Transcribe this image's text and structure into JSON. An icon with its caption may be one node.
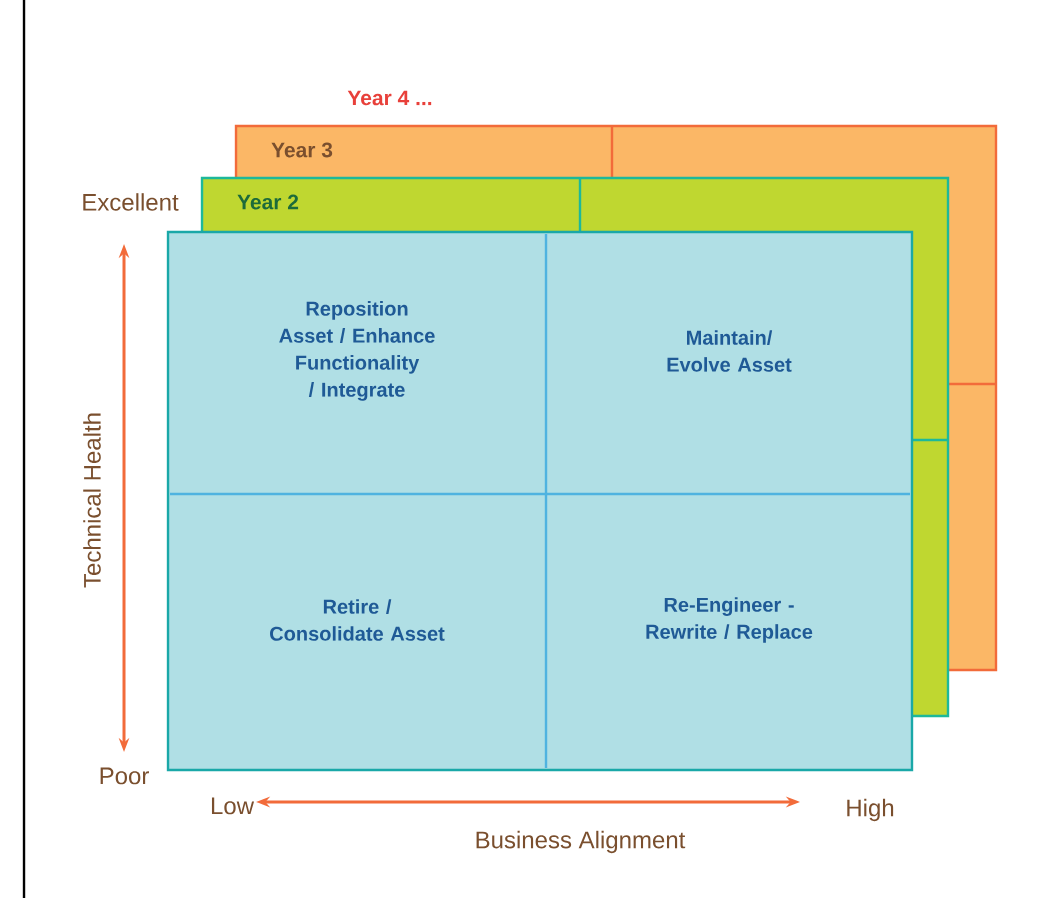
{
  "diagram": {
    "nodes": [
      {
        "text": [
          "Year 3"
        ]
      },
      {
        "text": [
          "Year 2"
        ]
      },
      {
        "text": [],
        "shape": "box"
      },
      {
        "text": [
          "Reposition Asset / Enhance Functionality / Integrate"
        ]
      },
      {
        "text": [
          "Maintain/ Evolve Asset"
        ]
      },
      {
        "text": [
          "Retire / Consolidate Asset"
        ]
      },
      {
        "text": [
          "Re-Engineer - Rewrite / Replace"
        ]
      }
    ],
    "labels": [
      "Year 4 ...",
      "Excellent",
      "Technical Health",
      "Poor",
      "Low",
      "High",
      "Business Alignment"
    ]
  }
}
